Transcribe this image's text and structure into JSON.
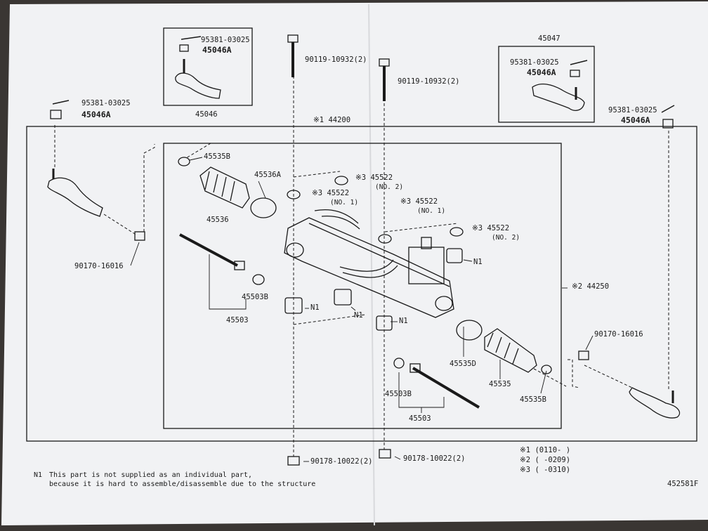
{
  "colors": {
    "paper": "#f1f2f4",
    "ink": "#1a1a1a",
    "background": "#3a3633"
  },
  "labels": {
    "p95381_a": "95381-03025",
    "p45046a_a": "45046A",
    "p45046_box": "45046",
    "p90119_a": "90119-10932(2)",
    "p90119_b": "90119-10932(2)",
    "p45047_box": "45047",
    "p95381_b": "95381-03025",
    "p45046a_b": "45046A",
    "p95381_left": "95381-03025",
    "p45046a_left": "45046A",
    "p95381_right": "95381-03025",
    "p45046a_right": "45046A",
    "p44200": "※1 44200",
    "p45535b_top": "45535B",
    "p45536a": "45536A",
    "p45536": "45536",
    "p45522_a": "※3 45522",
    "p45522_a_no": "(NO. 2)",
    "p45522_b": "※3 45522",
    "p45522_b_no": "(NO. 1)",
    "p45522_c": "※3 45522",
    "p45522_c_no": "(NO. 1)",
    "p45522_d": "※3 45522",
    "p45522_d_no": "(NO. 2)",
    "p90170_left": "90170-16016",
    "p45503b_left": "45503B",
    "p45503_left": "45503",
    "n1_a": "N1",
    "n1_b": "N1",
    "n1_c": "N1",
    "n1_d": "N1",
    "p44250": "※2 44250",
    "p90170_right": "90170-16016",
    "p45535d": "45535D",
    "p45535": "45535",
    "p45535b_bottom": "45535B",
    "p45503b_bottom": "45503B",
    "p45503_bottom": "45503",
    "p90178_a": "90178-10022(2)",
    "p90178_b": "90178-10022(2)",
    "legend1": "※1 (0110-    )",
    "legend2": "※2 (     -0209)",
    "legend3": "※3 (     -0310)",
    "note_marker": "N1",
    "note_line1": "This part is not supplied as an individual part,",
    "note_line2": "because it is hard to assemble/disassemble due to the structure",
    "fig_code": "452581F"
  }
}
